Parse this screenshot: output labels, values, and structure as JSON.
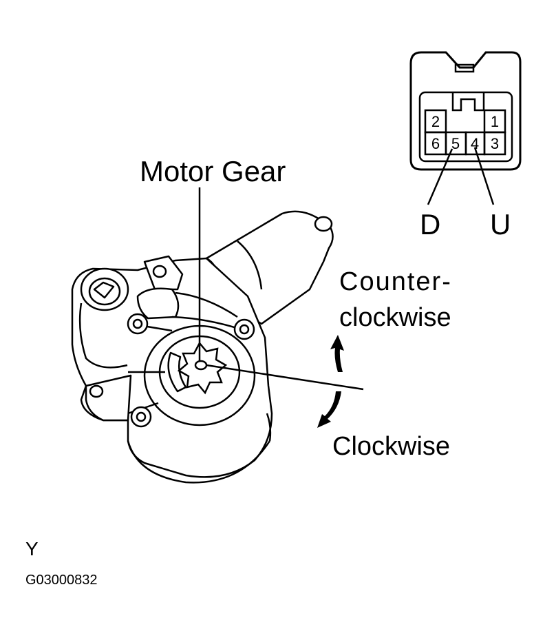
{
  "labels": {
    "motor_gear": "Motor Gear",
    "counter_line1": "Counter-",
    "counter_line2": "clockwise",
    "clockwise": "Clockwise",
    "pin_d": "D",
    "pin_u": "U",
    "view": "Y",
    "figure_code": "G03000832"
  },
  "connector": {
    "pins": [
      "1",
      "2",
      "3",
      "4",
      "5",
      "6"
    ]
  },
  "icons": {
    "rotation": "double-curved-arrow-icon"
  }
}
